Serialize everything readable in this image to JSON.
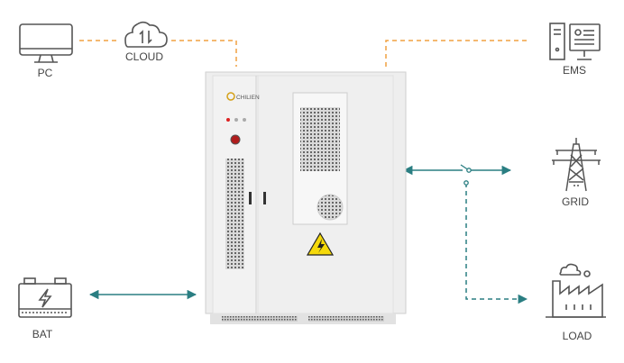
{
  "labels": {
    "pc": "PC",
    "cloud": "CLOUD",
    "ems": "EMS",
    "grid": "GRID",
    "bat": "BAT",
    "load": "LOAD"
  },
  "cabinet": {
    "logo_text": "CHILIEN"
  },
  "icons": {
    "pc": "monitor-icon",
    "cloud": "cloud-sync-icon",
    "ems": "ems-computer-icon",
    "grid": "transmission-tower-icon",
    "bat": "battery-icon",
    "load": "factory-icon",
    "warning": "high-voltage-warning-icon"
  },
  "colors": {
    "communication_line": "#f0a040",
    "power_line": "#2a7e82",
    "icon_stroke": "#555555",
    "cabinet_body": "#eeeeee",
    "warning_fill": "#f5d90a"
  }
}
